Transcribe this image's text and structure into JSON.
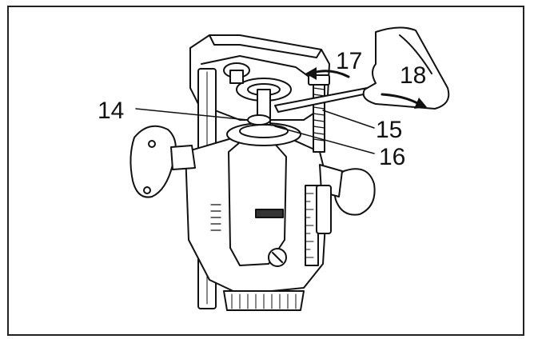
{
  "figure": {
    "callouts": [
      {
        "id": "c14",
        "label": "14"
      },
      {
        "id": "c15",
        "label": "15"
      },
      {
        "id": "c16",
        "label": "16"
      },
      {
        "id": "c17",
        "label": "17"
      },
      {
        "id": "c18",
        "label": "18"
      }
    ],
    "colors": {
      "line": "#111111",
      "fill": "#ffffff",
      "background": "#ffffff"
    }
  }
}
